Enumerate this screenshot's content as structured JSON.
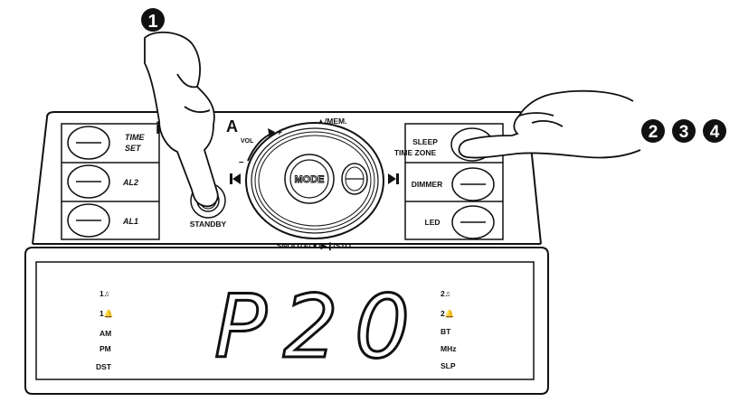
{
  "brand_fragment": "iT",
  "brand_fragment_right": "A",
  "buttons_left": [
    {
      "label_line1": "TIME",
      "label_line2": "SET"
    },
    {
      "label_line1": "AL2",
      "label_line2": ""
    },
    {
      "label_line1": "AL1",
      "label_line2": ""
    }
  ],
  "standby_label": "STANDBY",
  "top_center_label": "▲/MEM.",
  "vol_label": "VOL",
  "vol_plus": "+",
  "vol_minus": "–",
  "mode_label": "MODE",
  "bottom_center_label": "SNOOZE/▼/▶❙/STO.",
  "buttons_right": [
    {
      "label_line1": "SLEEP",
      "label_line2": "TIME ZONE"
    },
    {
      "label_line1": "DIMMER",
      "label_line2": ""
    },
    {
      "label_line1": "LED",
      "label_line2": ""
    }
  ],
  "display": {
    "main_text": "P20",
    "left_indicators": [
      "1♫",
      "1🔔",
      "AM",
      "PM",
      "DST"
    ],
    "right_indicators": [
      "2♫",
      "2🔔",
      "BT",
      "MHz",
      "SLP"
    ]
  },
  "steps": {
    "step_a": "1",
    "step_group": [
      "2",
      "3",
      "4"
    ]
  }
}
